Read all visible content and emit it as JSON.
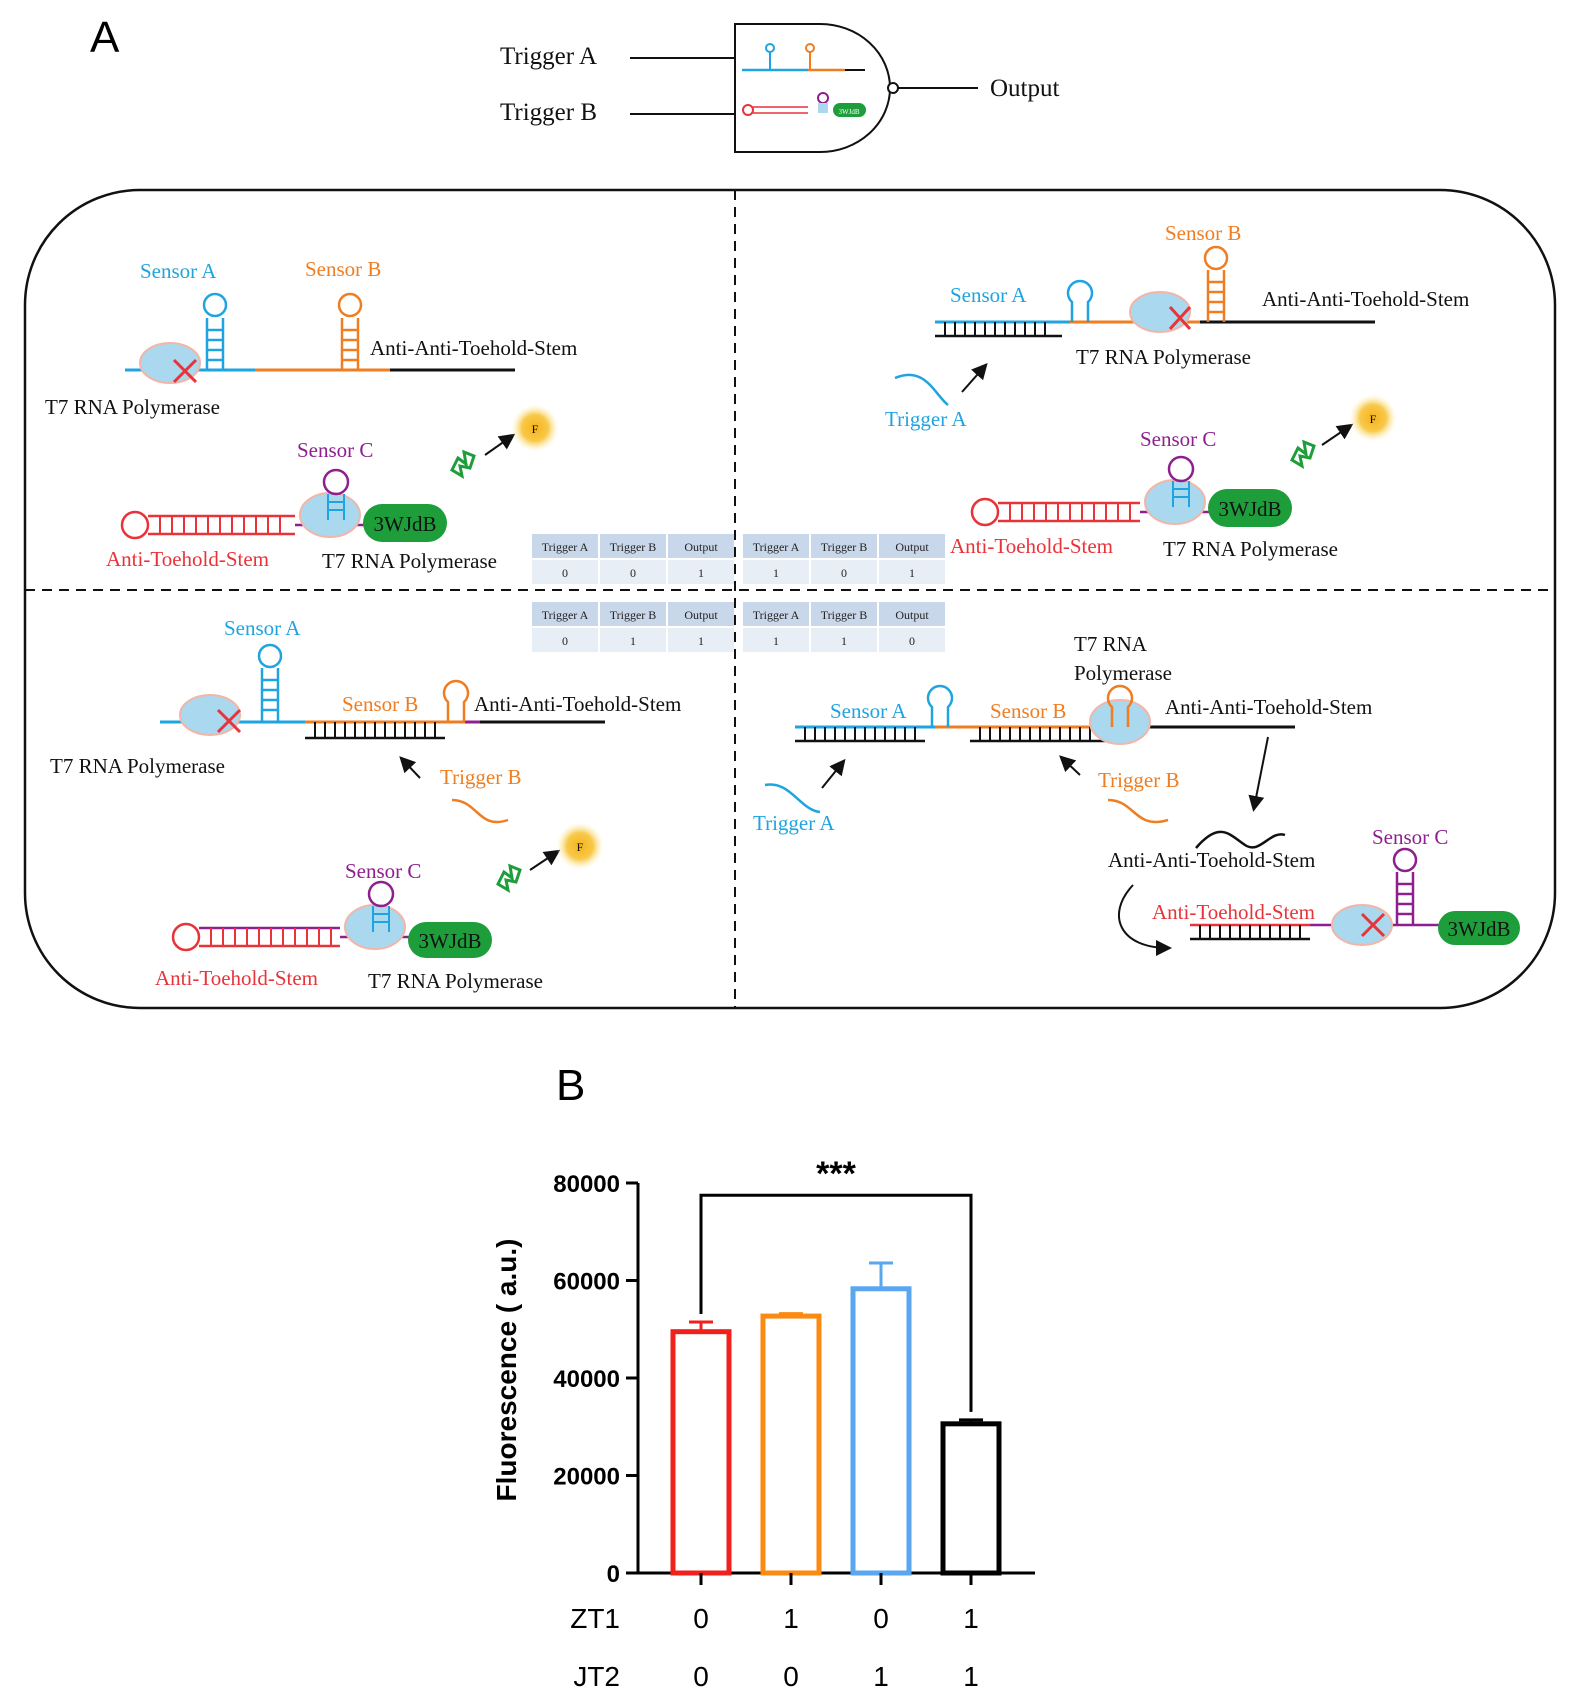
{
  "panel_a": {
    "label": "A",
    "gate": {
      "input_1": "Trigger A",
      "input_2": "Trigger B",
      "output": "Output",
      "tag": "3WJdB"
    },
    "labels": {
      "sensor_a": "Sensor A",
      "sensor_b": "Sensor B",
      "sensor_c": "Sensor C",
      "t7": "T7 RNA Polymerase",
      "t7_line1": "T7 RNA",
      "t7_line2": "Polymerase",
      "anti_anti": "Anti-Anti-Toehold-Stem",
      "anti_toehold": "Anti-Toehold-Stem",
      "aptamer": "3WJdB",
      "trigger_a": "Trigger A",
      "trigger_b": "Trigger B",
      "fluor": "F"
    },
    "truth_tables": [
      {
        "headers": [
          "Trigger A",
          "Trigger B",
          "Output"
        ],
        "values": [
          "0",
          "0",
          "1"
        ]
      },
      {
        "headers": [
          "Trigger A",
          "Trigger B",
          "Output"
        ],
        "values": [
          "1",
          "0",
          "1"
        ]
      },
      {
        "headers": [
          "Trigger A",
          "Trigger B",
          "Output"
        ],
        "values": [
          "0",
          "1",
          "1"
        ]
      },
      {
        "headers": [
          "Trigger A",
          "Trigger B",
          "Output"
        ],
        "values": [
          "1",
          "1",
          "0"
        ]
      }
    ],
    "colors": {
      "blue": "#1fa4e0",
      "orange": "#ef7d22",
      "red": "#e8333a",
      "purple": "#8e1f8f",
      "green": "#1e9e3a",
      "blob": "#a9d8ef",
      "fluor": "#f6b21c"
    }
  },
  "chart_data": {
    "panel_label": "B",
    "type": "bar",
    "ylabel": "Fluorescence ( a.u.)",
    "ylim": [
      0,
      80000
    ],
    "yticks": [
      0,
      20000,
      40000,
      60000,
      80000
    ],
    "row_labels": [
      "ZT1",
      "JT2"
    ],
    "conditions": [
      {
        "zt1": "0",
        "jt2": "0",
        "value": 49500,
        "error": 2000,
        "color": "#f0211d"
      },
      {
        "zt1": "1",
        "jt2": "0",
        "value": 52700,
        "error": 500,
        "color": "#fb8a12"
      },
      {
        "zt1": "0",
        "jt2": "1",
        "value": 58300,
        "error": 5300,
        "color": "#5aa6f0"
      },
      {
        "zt1": "1",
        "jt2": "1",
        "value": 30600,
        "error": 800,
        "color": "#000000"
      }
    ],
    "significance": {
      "label": "***",
      "from": 0,
      "to": 3
    },
    "grid": false
  }
}
